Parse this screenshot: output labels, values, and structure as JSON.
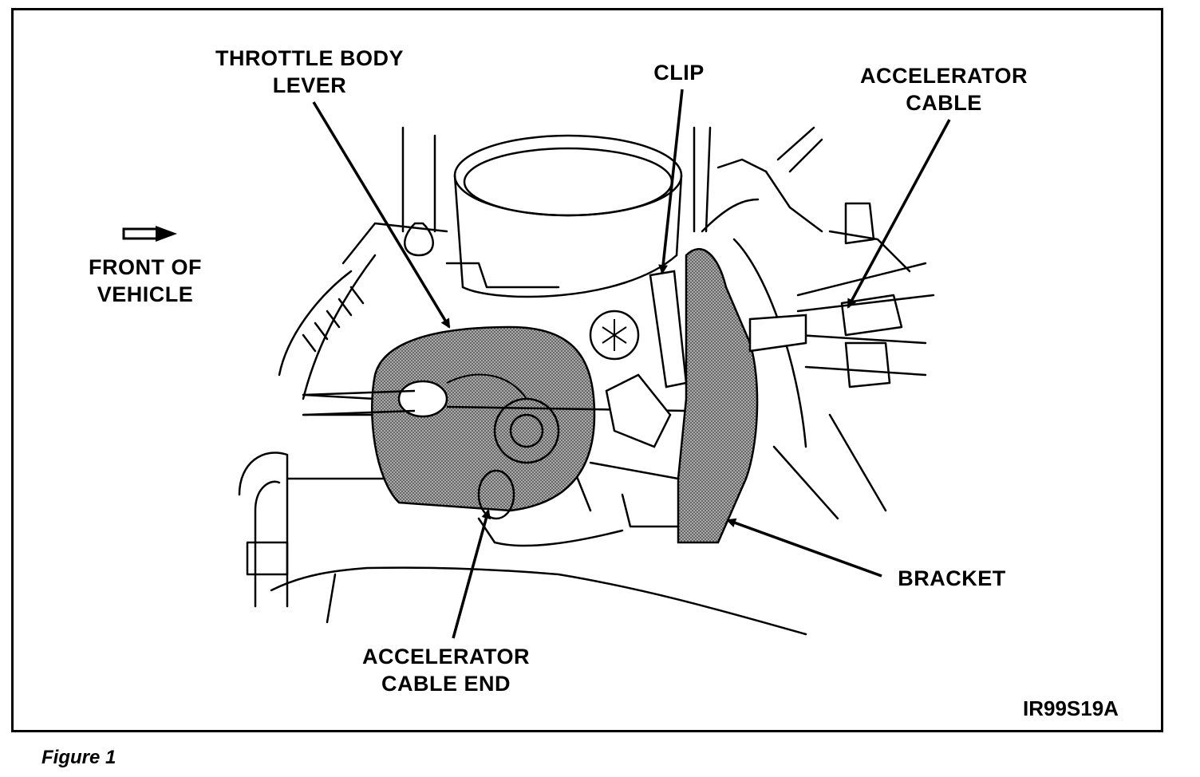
{
  "labels": {
    "throttle_body_lever": [
      "THROTTLE BODY",
      "LEVER"
    ],
    "clip": [
      "CLIP"
    ],
    "accelerator_cable": [
      "ACCELERATOR",
      "CABLE"
    ],
    "front_of_vehicle": [
      "FRONT OF",
      "VEHICLE"
    ],
    "bracket": [
      "BRACKET"
    ],
    "accelerator_cable_end": [
      "ACCELERATOR",
      "CABLE END"
    ]
  },
  "figure_code": "IR99S19A",
  "caption": "Figure 1"
}
